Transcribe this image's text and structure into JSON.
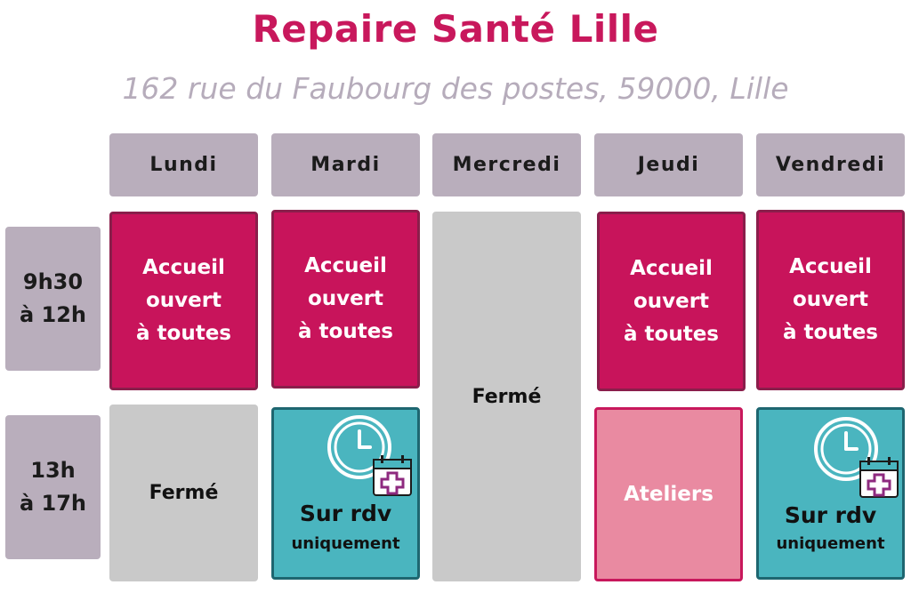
{
  "header": {
    "title": "Repaire Santé Lille",
    "address": "162 rue du Faubourg des postes, 59000, Lille"
  },
  "days": [
    "Lundi",
    "Mardi",
    "Mercredi",
    "Jeudi",
    "Vendredi"
  ],
  "times": {
    "morning": "9h30\nà 12h",
    "afternoon": "13h\nà 17h"
  },
  "schedule": {
    "open_label": "Accueil\nouvert\nà toutes",
    "closed_label": "Fermé",
    "ateliers_label": "Ateliers",
    "rdv_line1": "Sur rdv",
    "rdv_line2": "uniquement"
  },
  "icons": {
    "appointment": "clock-calendar-medical-icon"
  },
  "colors": {
    "brand": "#c8185c",
    "day_header": "#b9aebc",
    "closed": "#c9c9c9",
    "ateliers": "#e98aa1",
    "rdv": "#4ab5bf"
  }
}
